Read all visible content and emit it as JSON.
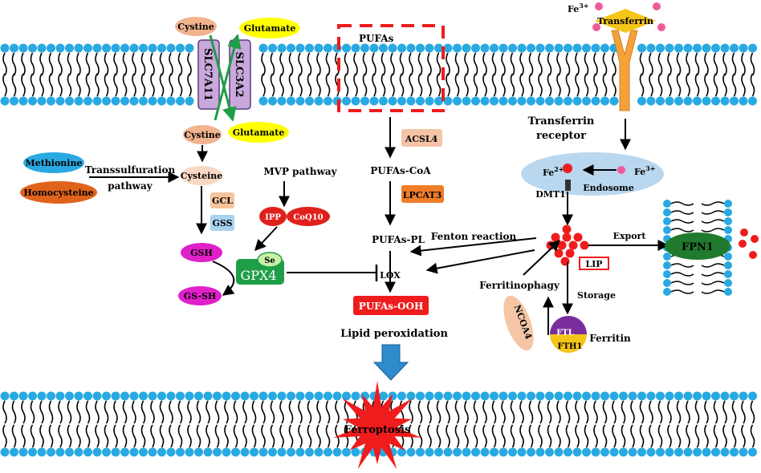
{
  "labels": {
    "pufas_box": "PUFAs",
    "cystine_top": "Cystine",
    "glutamate_top": "Glutamate",
    "slc7a11": "SLC7A11",
    "slc3a2": "SLC3A2",
    "cystine_mid": "Cystine",
    "glutamate_mid": "Glutamate",
    "methionine": "Methionine",
    "homocysteine": "Homocysteine",
    "transsulfuration": "Transsulfuration",
    "pathway": "pathway",
    "cysteine": "Cysteine",
    "gcl": "GCL",
    "gss": "GSS",
    "gsh": "GSH",
    "gssh": "GS-SH",
    "mvp_pathway": "MVP pathway",
    "ipp": "IPP",
    "coq10": "CoQ10",
    "se": "Se",
    "gpx4": "GPX4",
    "acsl4": "ACSL4",
    "pufas_coa": "PUFAs-CoA",
    "lpcat3": "LPCAT3",
    "pufas_pl": "PUFAs-PL",
    "fenton": "Fenton reaction",
    "lox": "LOX",
    "pufas_ooh": "PUFAs-OOH",
    "lipid_peroxidation": "Lipid peroxidation",
    "ferroptosis": "Ferroptosis",
    "fe3_top": "Fe",
    "fe3_sup": "3+",
    "transferrin": "Transferrin",
    "transferrin_receptor_1": "Transferrin",
    "transferrin_receptor_2": "receptor",
    "fe2": "Fe",
    "fe2_sup": "2+",
    "fe3_endo": "Fe",
    "fe3_endo_sup": "3+",
    "endosome": "Endosome",
    "dmt1": "DMT1",
    "export": "Export",
    "fpn1": "FPN1",
    "lip": "LIP",
    "ferritinophagy": "Ferritinophagy",
    "storage": "Storage",
    "ncoa4": "NCOA4",
    "ftl": "FTL",
    "fth1": "FTH1",
    "ferritin": "Ferritin"
  },
  "colors": {
    "lipid_head": "#29a9e1",
    "cystine": "#f2b38f",
    "glutamate": "#ffff00",
    "slc": "#c9a8dc",
    "methionine": "#29a9e1",
    "homocysteine": "#e0631c",
    "gcl": "#f5c49d",
    "gss": "#a8d3ef",
    "gsh": "#e020c8",
    "ipp": "#e0201c",
    "gpx4": "#1f9e48",
    "se": "#c8f0a8",
    "acsl4": "#f5c4a6",
    "lpcat3": "#f07d2a",
    "pufas_ooh": "#ee1c1c",
    "ferroptosis": "#ee1c1c",
    "down_arrow": "#2e8bcc",
    "transferrin": "#f5c518",
    "receptor": "#f5a13a",
    "fe_dot": "#f05a9a",
    "endosome": "#b9d7ee",
    "iron": "#ee1c1c",
    "fpn1": "#1f7a2e",
    "ncoa4": "#f5c6a6",
    "ftl": "#7a2e9e",
    "fth1": "#f5c518",
    "dashed_box": "#ee1c1c"
  }
}
